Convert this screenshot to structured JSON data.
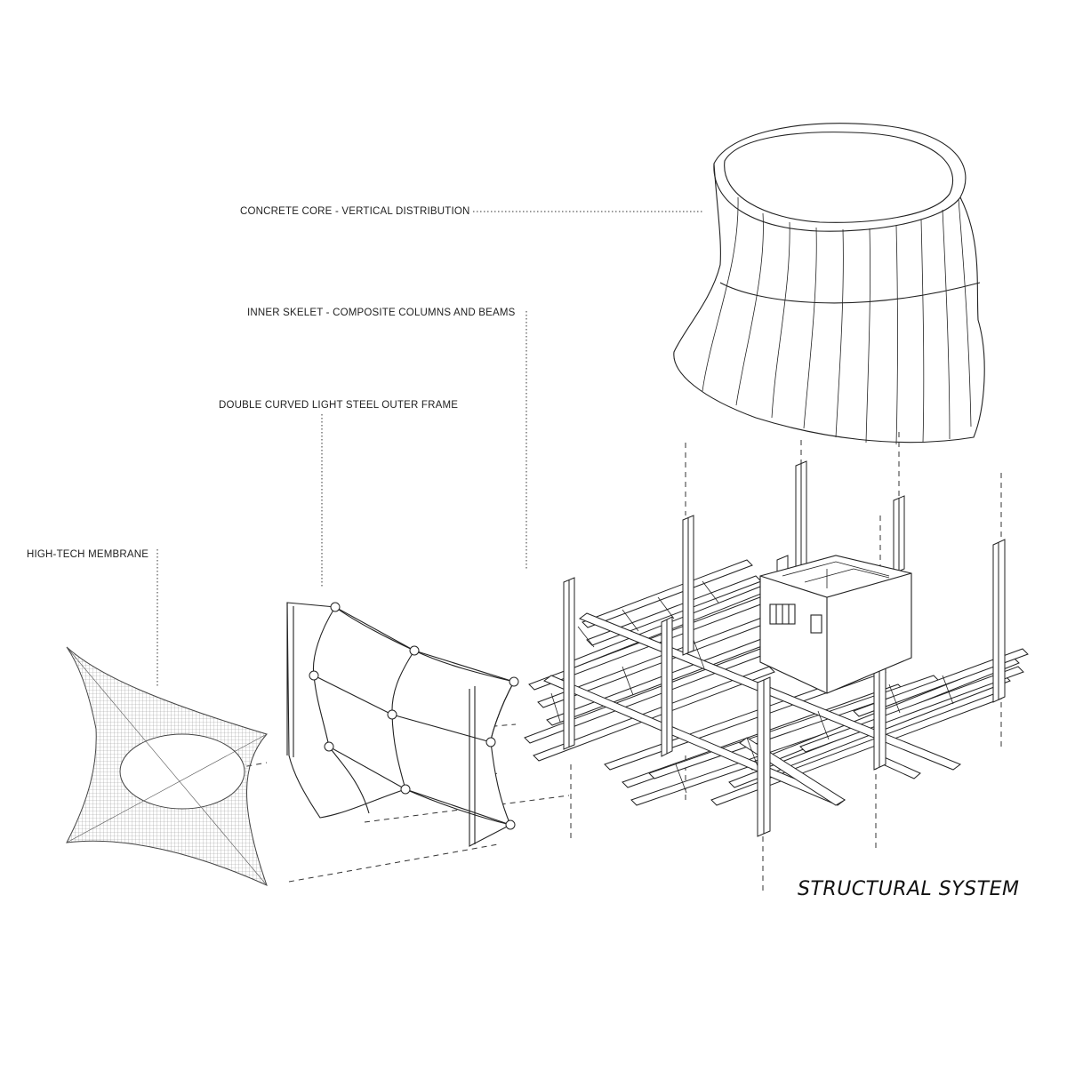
{
  "diagram": {
    "title": "STRUCTURAL SYSTEM",
    "labels": {
      "concrete_core": "CONCRETE CORE - VERTICAL DISTRIBUTION",
      "inner_skelet": "INNER SKELET - COMPOSITE COLUMNS AND BEAMS",
      "outer_frame": "DOUBLE CURVED LIGHT STEEL OUTER FRAME",
      "membrane": "HIGH-TECH MEMBRANE"
    }
  }
}
